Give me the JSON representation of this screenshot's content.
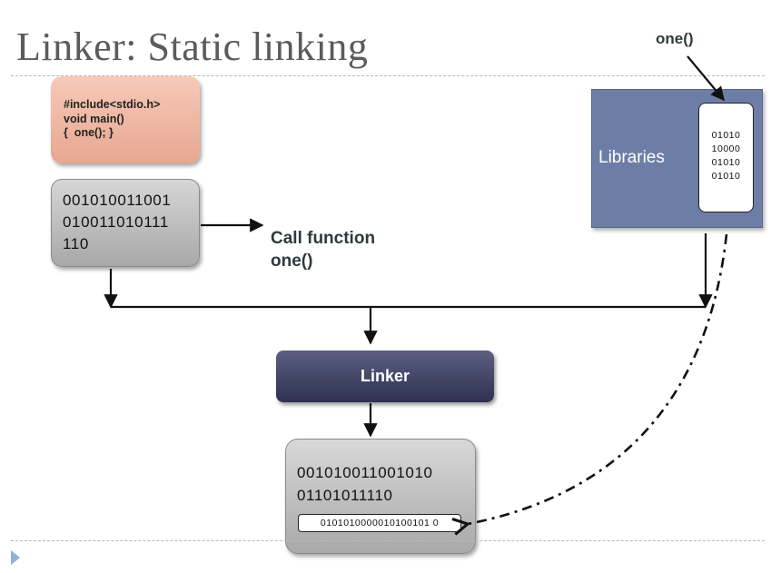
{
  "slide": {
    "title": "Linker: Static linking"
  },
  "source": {
    "lines": [
      "#include<stdio.h>",
      "void main()",
      "{  one(); }"
    ]
  },
  "object_code": {
    "lines": [
      "001010011001",
      "010011010111",
      "110"
    ]
  },
  "call_label": {
    "line1": "Call function",
    "line2": "one()"
  },
  "function_label": "one()",
  "libraries": {
    "label": "Libraries",
    "code_lines": [
      "01010",
      "10000",
      "01010",
      "01010"
    ]
  },
  "linker": {
    "label": "Linker"
  },
  "executable": {
    "lines": [
      "001010011001010",
      "01101011110"
    ],
    "embedded_code": "0101010000010100101 0"
  },
  "colors": {
    "source_box": "#e7a791",
    "object_box": "#a8a8a8",
    "libraries_box": "#6d7ea6",
    "linker_box": "#2e3150",
    "nav_icon": "#8fb0d6"
  },
  "icons": {
    "nav": "next-slide-triangle-icon"
  }
}
